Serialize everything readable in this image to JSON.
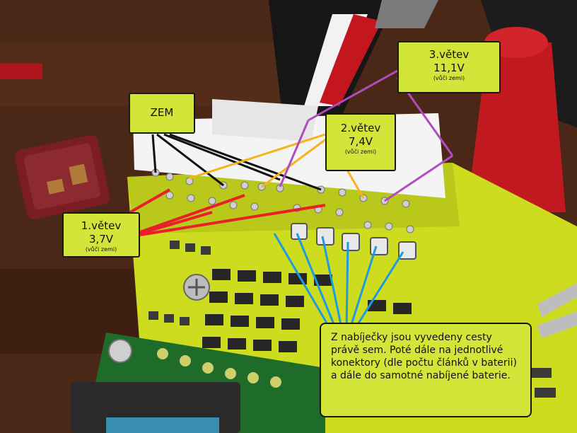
{
  "labels": {
    "ground": {
      "title": "ZEM"
    },
    "branch1": {
      "title": "1.větev",
      "voltage": "3,7V",
      "note": "(vůči zemi)"
    },
    "branch2": {
      "title": "2.větev",
      "voltage": "7,4V",
      "note": "(vůči zemi)"
    },
    "branch3": {
      "title": "3.větev",
      "voltage": "11,1V",
      "note": "(vůči zemi)"
    }
  },
  "annotation": {
    "text": "Z nabíječky jsou vyvedeny cesty právě sem. Poté dále na jednotlivé konektory (dle počtu článků v baterii) a dále do samotné nabíjené baterie."
  },
  "colors": {
    "ground_lines": "#111111",
    "branch1_lines": "#e8202a",
    "branch2_lines": "#f5b31c",
    "branch3_lines": "#b04bc0",
    "charger_lines": "#1e9be0",
    "label_fill": "#d4e53a"
  }
}
